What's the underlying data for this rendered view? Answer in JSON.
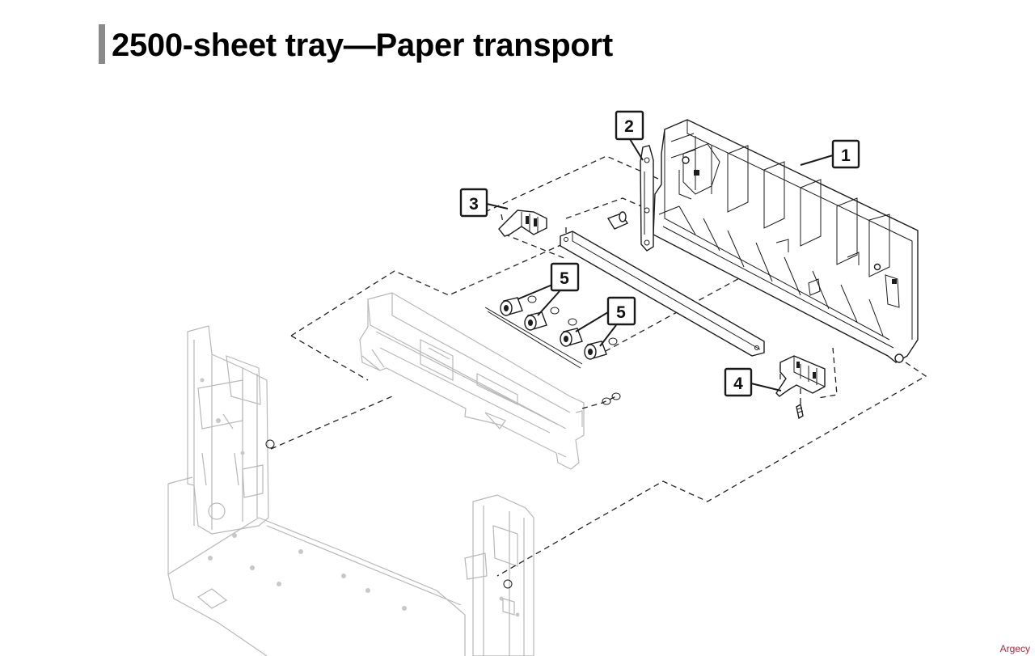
{
  "page": {
    "title": "2500-sheet tray—Paper transport",
    "watermark": "Argecy"
  },
  "callouts": [
    {
      "id": "1",
      "label": "1"
    },
    {
      "id": "2",
      "label": "2"
    },
    {
      "id": "3",
      "label": "3"
    },
    {
      "id": "4",
      "label": "4"
    },
    {
      "id": "5a",
      "label": "5"
    },
    {
      "id": "5b",
      "label": "5"
    }
  ]
}
